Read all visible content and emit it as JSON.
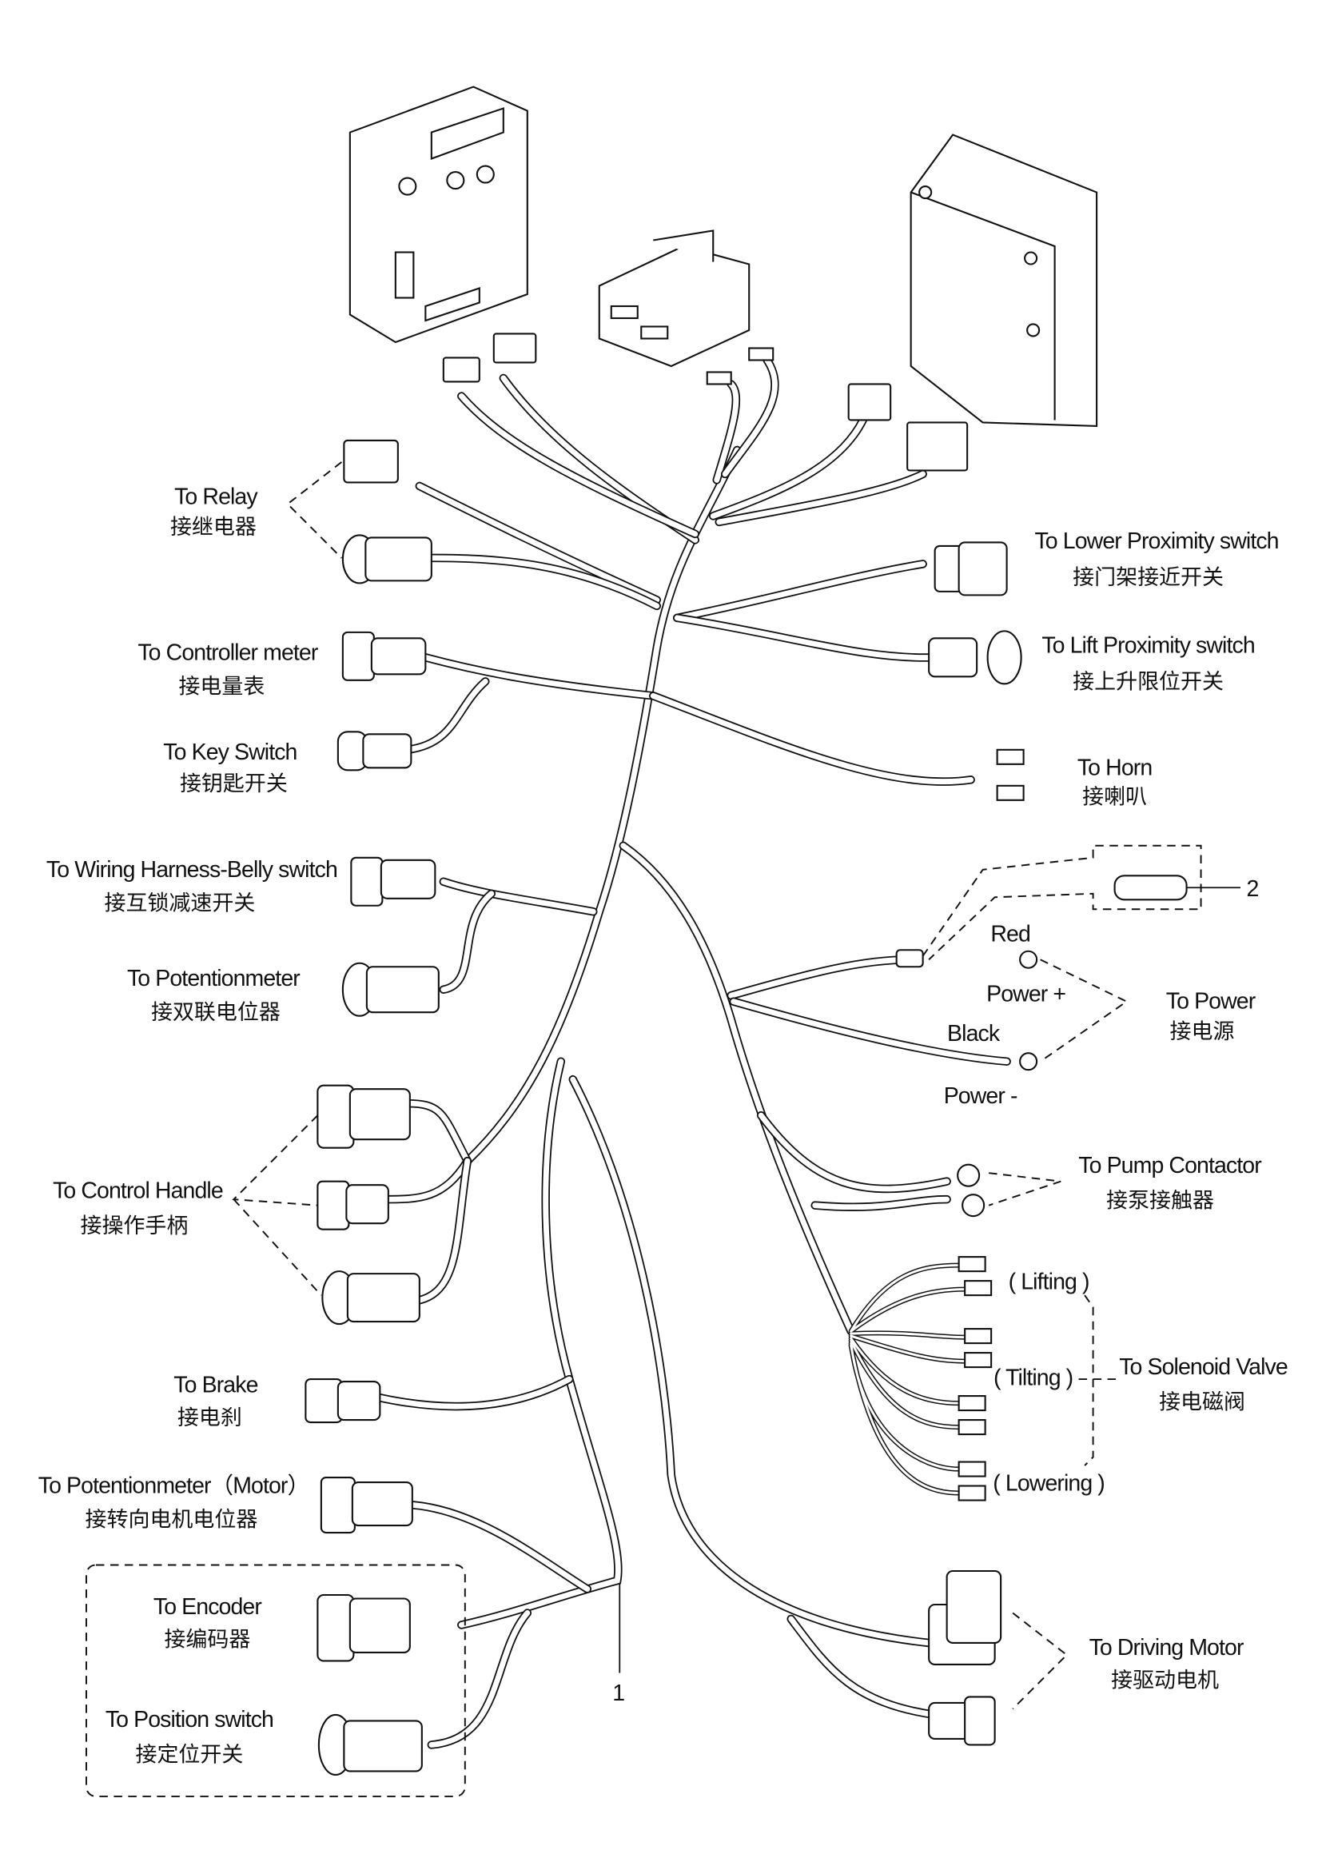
{
  "labels": {
    "relay": {
      "en": "To  Relay",
      "zh": "接继电器"
    },
    "controller_meter": {
      "en": "To Controller meter",
      "zh": "接电量表"
    },
    "key_switch": {
      "en": "To Key Switch",
      "zh": "接钥匙开关"
    },
    "belly_switch": {
      "en": "To  Wiring Harness-Belly switch",
      "zh": "接互锁减速开关"
    },
    "potentiometer": {
      "en": "To Potentionmeter",
      "zh": "接双联电位器"
    },
    "control_handle": {
      "en": "To Control Handle",
      "zh": "接操作手柄"
    },
    "brake": {
      "en": "To  Brake",
      "zh": "接电刹"
    },
    "potentiometer_motor": {
      "en": "To Potentionmeter（Motor）",
      "zh": "接转向电机电位器"
    },
    "encoder": {
      "en": "To Encoder",
      "zh": "接编码器"
    },
    "position_switch": {
      "en": "To Position switch",
      "zh": "接定位开关"
    },
    "lower_proximity": {
      "en": "To  Lower Proximity switch",
      "zh": "接门架接近开关"
    },
    "lift_proximity": {
      "en": "To  Lift Proximity switch",
      "zh": "接上升限位开关"
    },
    "horn": {
      "en": "To Horn",
      "zh": "接喇叭"
    },
    "power": {
      "en": "To Power",
      "zh": "接电源",
      "red": "Red",
      "plus": "Power +",
      "black": "Black",
      "minus": "Power -"
    },
    "pump_contactor": {
      "en": "To Pump Contactor",
      "zh": "接泵接触器"
    },
    "solenoid": {
      "en": "To Solenoid Valve",
      "zh": "接电磁阀",
      "lifting": "( Lifting )",
      "tilting": "( Tilting )",
      "lowering": "( Lowering )"
    },
    "driving_motor": {
      "en": "To Driving Motor",
      "zh": "接驱动电机"
    }
  },
  "callouts": {
    "harness": "1",
    "fuse": "2"
  }
}
